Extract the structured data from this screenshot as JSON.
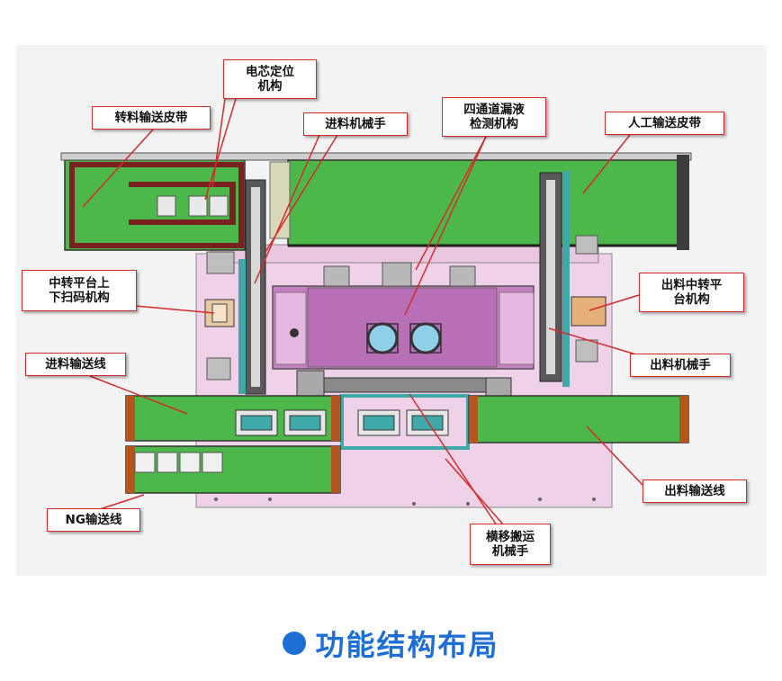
{
  "labels": {
    "dianxin": "电芯定位\n机构",
    "zhuanliao": "转料输送皮带",
    "jinliao_arm": "进料机械手",
    "sitong": "四通道漏液\n检测机构",
    "rengong": "人工输送皮带",
    "zhongzhuan": "中转平台上\n下扫码机构",
    "chuliao_platform": "出料中转平\n台机构",
    "jinliao_line": "进料输送线",
    "chuliao_arm": "出料机械手",
    "chuliao_line": "出料输送线",
    "ng_line": "NG输送线",
    "hengyi": "横移搬运\n机械手"
  },
  "title": "功能结构布局",
  "colors": {
    "accent": "#1d6fd6",
    "label_border": "#d62a2a",
    "leader": "#d62a2a",
    "belt_green": "#4db84a",
    "frame_pink": "#f0d2e8",
    "table_purple": "#c97fc5",
    "rail_dark": "#4a4a4a",
    "brown": "#7a2222"
  }
}
